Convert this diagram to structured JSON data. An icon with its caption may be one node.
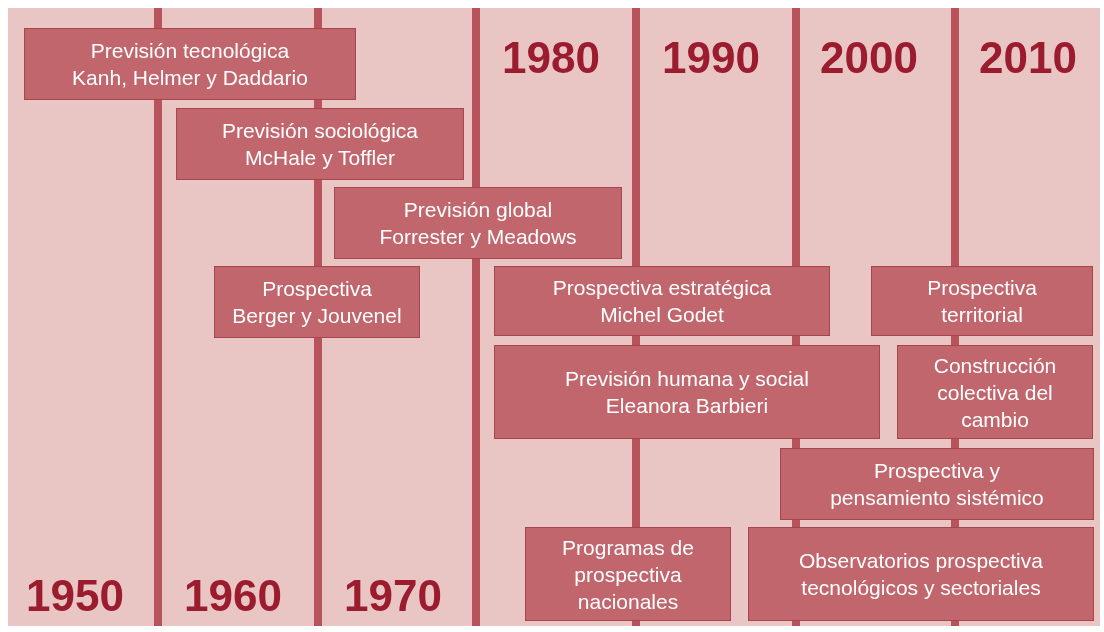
{
  "diagram": {
    "nodes": [
      {
        "text": [
          "Previsión tecnológica",
          "Kanh, Helmer y Daddario"
        ]
      },
      {
        "text": [
          "Previsión sociológica",
          "McHale y Toffler"
        ]
      },
      {
        "text": [
          "Previsión global",
          "Forrester y Meadows"
        ]
      },
      {
        "text": [
          "Prospectiva",
          "Berger y Jouvenel"
        ]
      },
      {
        "text": [
          "Prospectiva estratégica",
          "Michel Godet"
        ]
      },
      {
        "text": [
          "Prospectiva territorial"
        ]
      },
      {
        "text": [
          "Previsión humana y social",
          "Eleanora Barbieri"
        ]
      },
      {
        "text": [
          "Construcción colectiva del cambio"
        ]
      },
      {
        "text": [
          "Prospectiva y pensamiento sistémico"
        ]
      },
      {
        "text": [
          "Programas de prospectiva nacionales"
        ]
      },
      {
        "text": [
          "Observatorios prospectiva tecnológicos y sectoriales"
        ]
      }
    ],
    "edges": [],
    "labels": [
      "1950",
      "1960",
      "1970",
      "1980",
      "1990",
      "2000",
      "2010"
    ]
  }
}
